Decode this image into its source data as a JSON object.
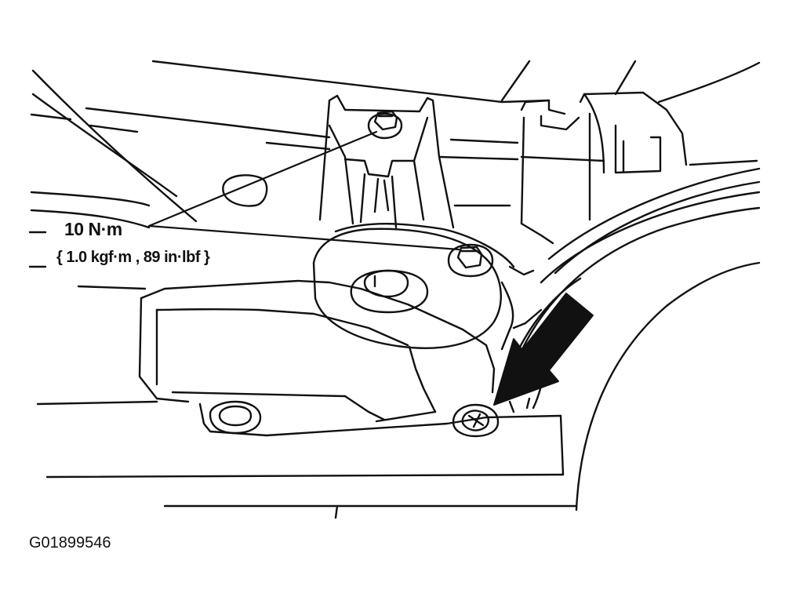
{
  "callout": {
    "torque_primary": "10 N·m",
    "torque_secondary": "{ 1.0 kgf·m , 89 in·lbf }"
  },
  "figure_id": "G01899546",
  "colors": {
    "line": "#111111",
    "background": "#ffffff",
    "arrow": "#111111"
  },
  "icons": [
    "arrow-pointer-icon",
    "bolt-icon",
    "screw-icon"
  ]
}
